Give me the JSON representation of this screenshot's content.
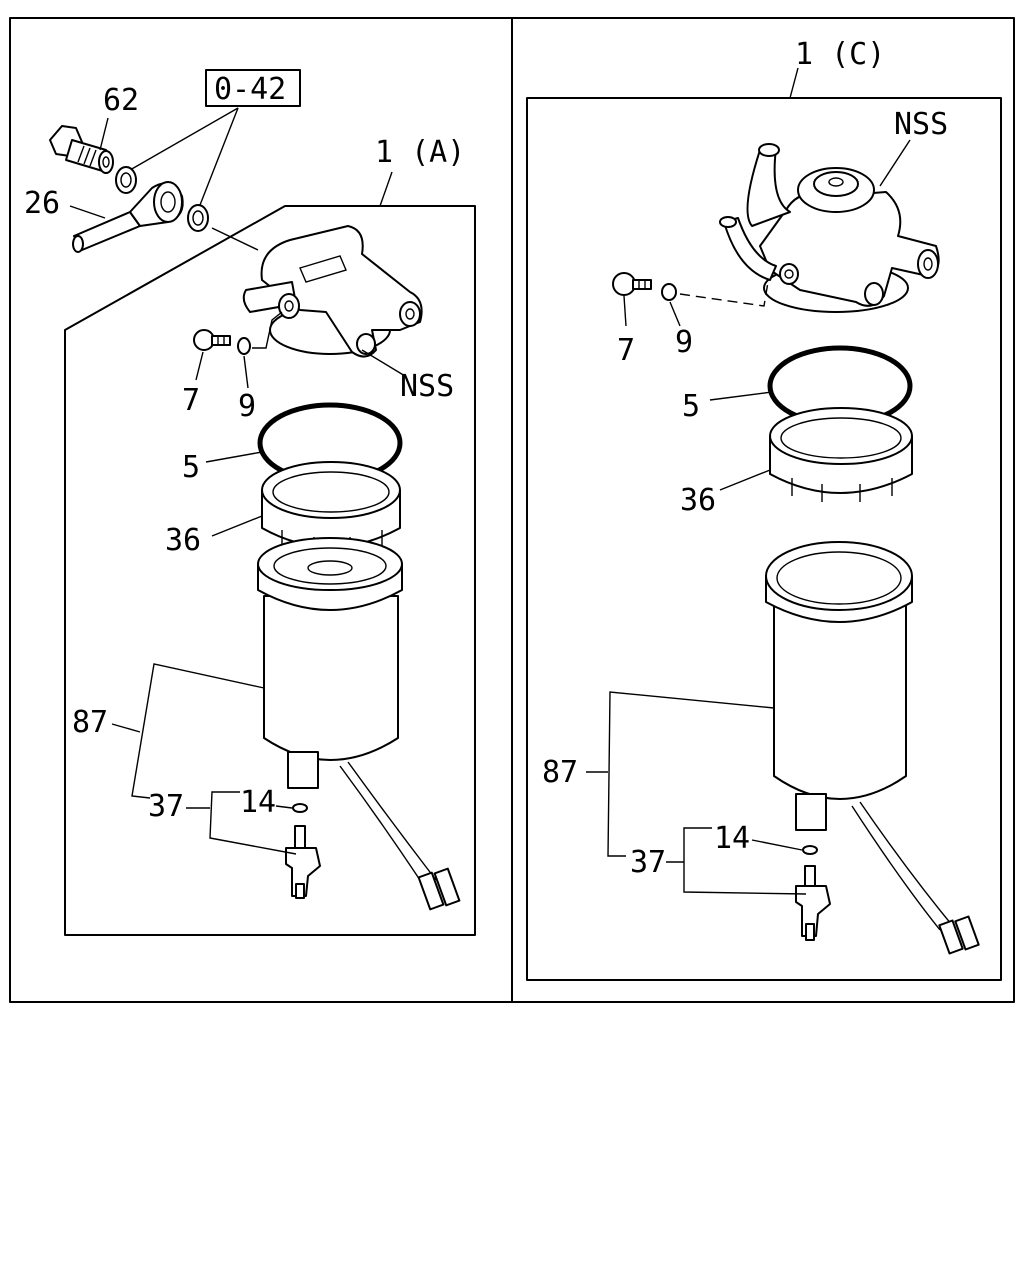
{
  "diagram": {
    "left": {
      "assembly_label": "1 (A)",
      "ref_box": "0-42",
      "callouts": {
        "hollow_bolt": "62",
        "pipe": "26",
        "bolt": "7",
        "washer": "9",
        "head": "NSS",
        "o_ring": "5",
        "ring_nut": "36",
        "element": "87",
        "sensor": "37",
        "small_o_ring": "14"
      }
    },
    "right": {
      "assembly_label": "1 (C)",
      "callouts": {
        "head": "NSS",
        "bolt": "7",
        "washer": "9",
        "o_ring": "5",
        "ring_nut": "36",
        "element": "87",
        "sensor": "37",
        "small_o_ring": "14"
      }
    }
  }
}
